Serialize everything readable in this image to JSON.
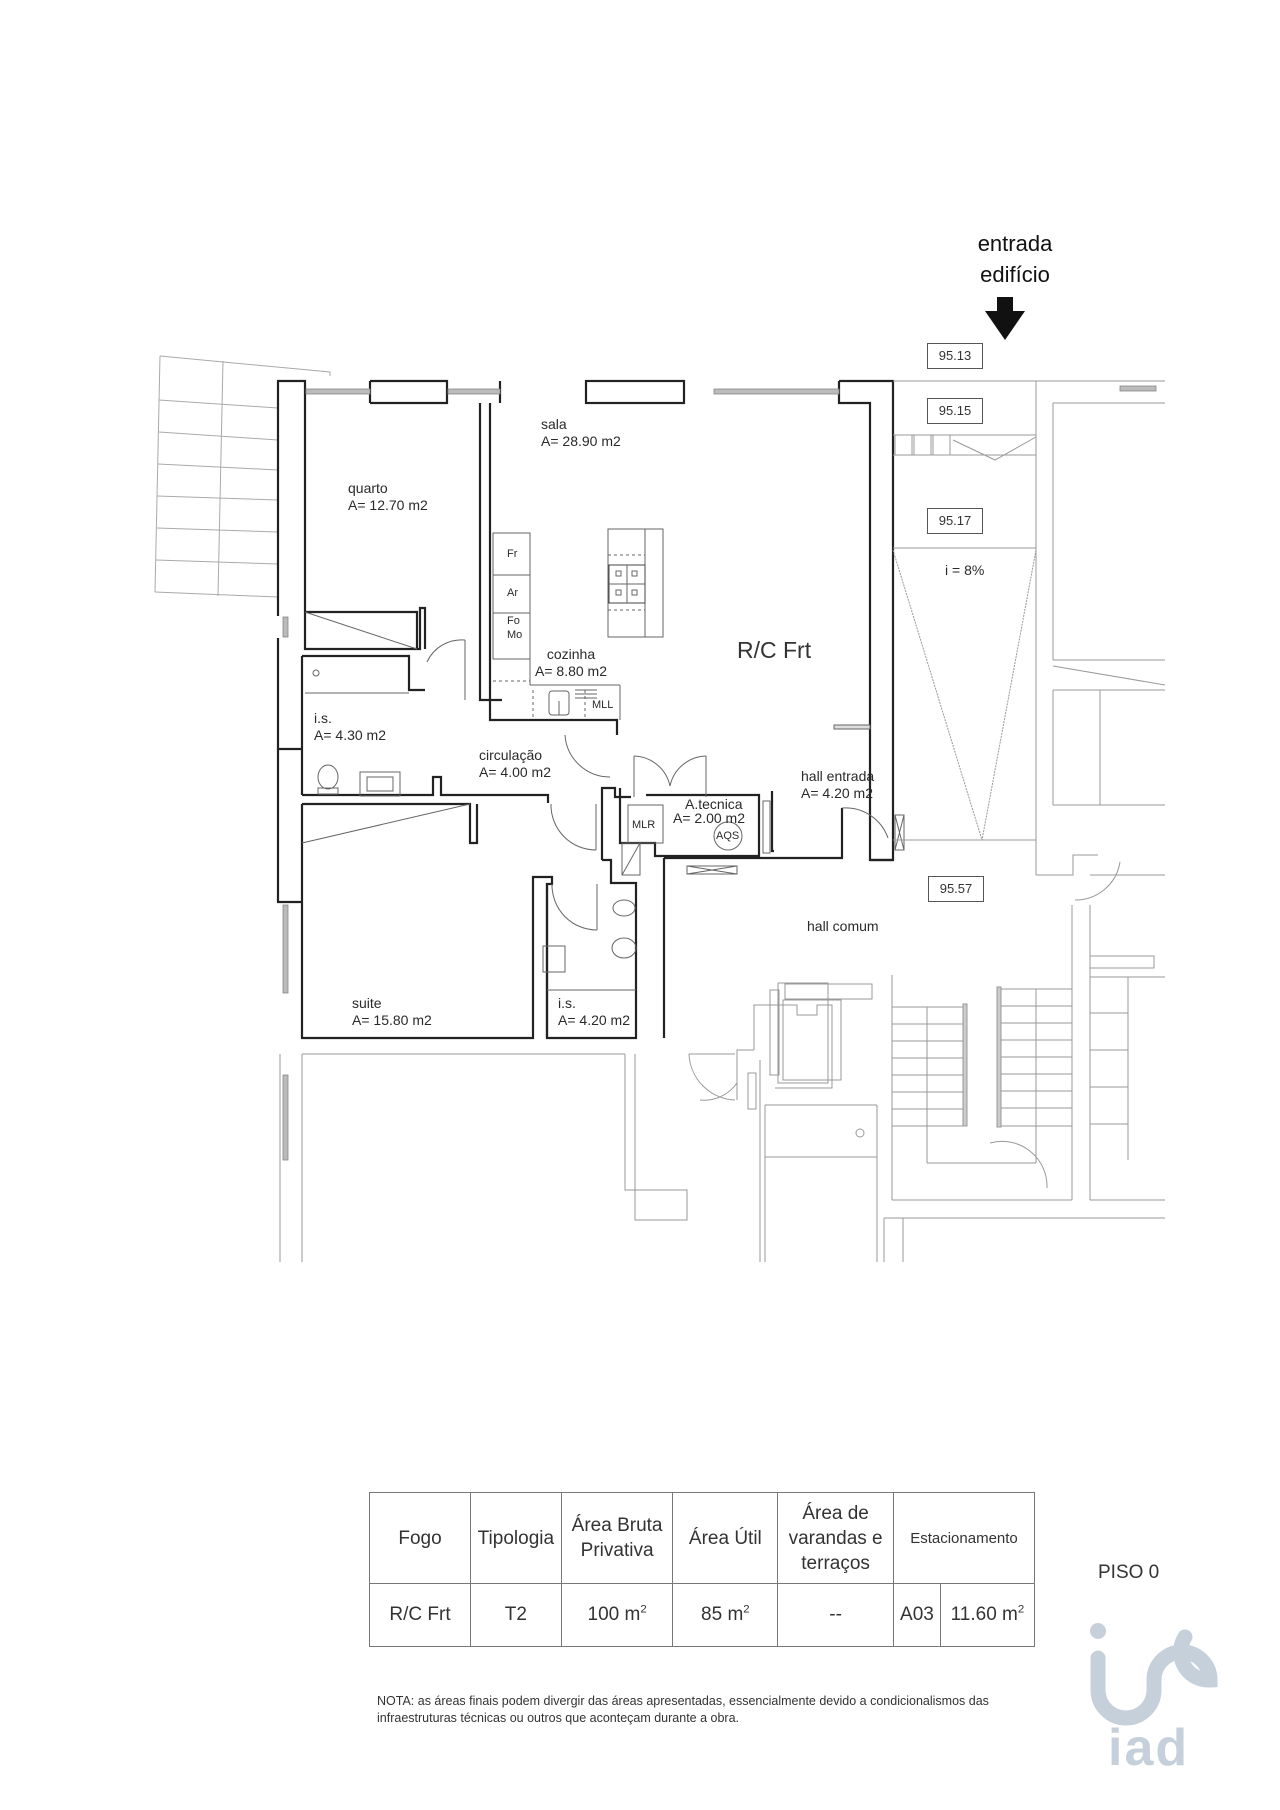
{
  "header": {
    "entrance_line1": "entrada",
    "entrance_line2": "edifício",
    "entrance_icon": "arrow-down-icon"
  },
  "plan": {
    "unit_title": "R/C Frt",
    "rooms": [
      {
        "name": "quarto",
        "area": "A= 12.70 m2"
      },
      {
        "name": "sala",
        "area": "A= 28.90 m2"
      },
      {
        "name": "cozinha",
        "area": "A= 8.80 m2"
      },
      {
        "name": "i.s.",
        "area": "A= 4.30 m2"
      },
      {
        "name": "circulação",
        "area": "A= 4.00 m2"
      },
      {
        "name": "A.tecnica",
        "area": "A= 2.00 m2"
      },
      {
        "name": "hall entrada",
        "area": "A= 4.20 m2"
      },
      {
        "name": "suite",
        "area": "A= 15.80 m2"
      },
      {
        "name": "i.s.",
        "area": "A= 4.20 m2"
      }
    ],
    "common_area": "hall comum",
    "kitchen_appliances": [
      "Fr",
      "Ar",
      "Fo",
      "Mo",
      "MLL"
    ],
    "technical_equipment": [
      "MLR",
      "AQS"
    ],
    "ramp_slope": "i = 8%",
    "levels": [
      "95.13",
      "95.15",
      "95.17",
      "95.57"
    ]
  },
  "table": {
    "headers": {
      "fogo": "Fogo",
      "tipologia": "Tipologia",
      "abp_1": "Área Bruta",
      "abp_2": "Privativa",
      "util": "Área Útil",
      "var_1": "Área de",
      "var_2": "varandas e",
      "var_3": "terraços",
      "estac": "Estacionamento"
    },
    "row": {
      "fogo": "R/C Frt",
      "tipologia": "T2",
      "abp": "100 m",
      "util": "85 m",
      "varandas": "--",
      "lugar": "A03",
      "estac_area": "11.60 m",
      "unit_sup": "2"
    }
  },
  "floor_label": "PISO 0",
  "note": "NOTA: as áreas finais podem divergir das áreas apresentadas, essencialmente devido a condicionalismos das infraestruturas técnicas ou outros que aconteçam durante a obra.",
  "logo": {
    "text": "iad",
    "color": "#c5d0da"
  }
}
